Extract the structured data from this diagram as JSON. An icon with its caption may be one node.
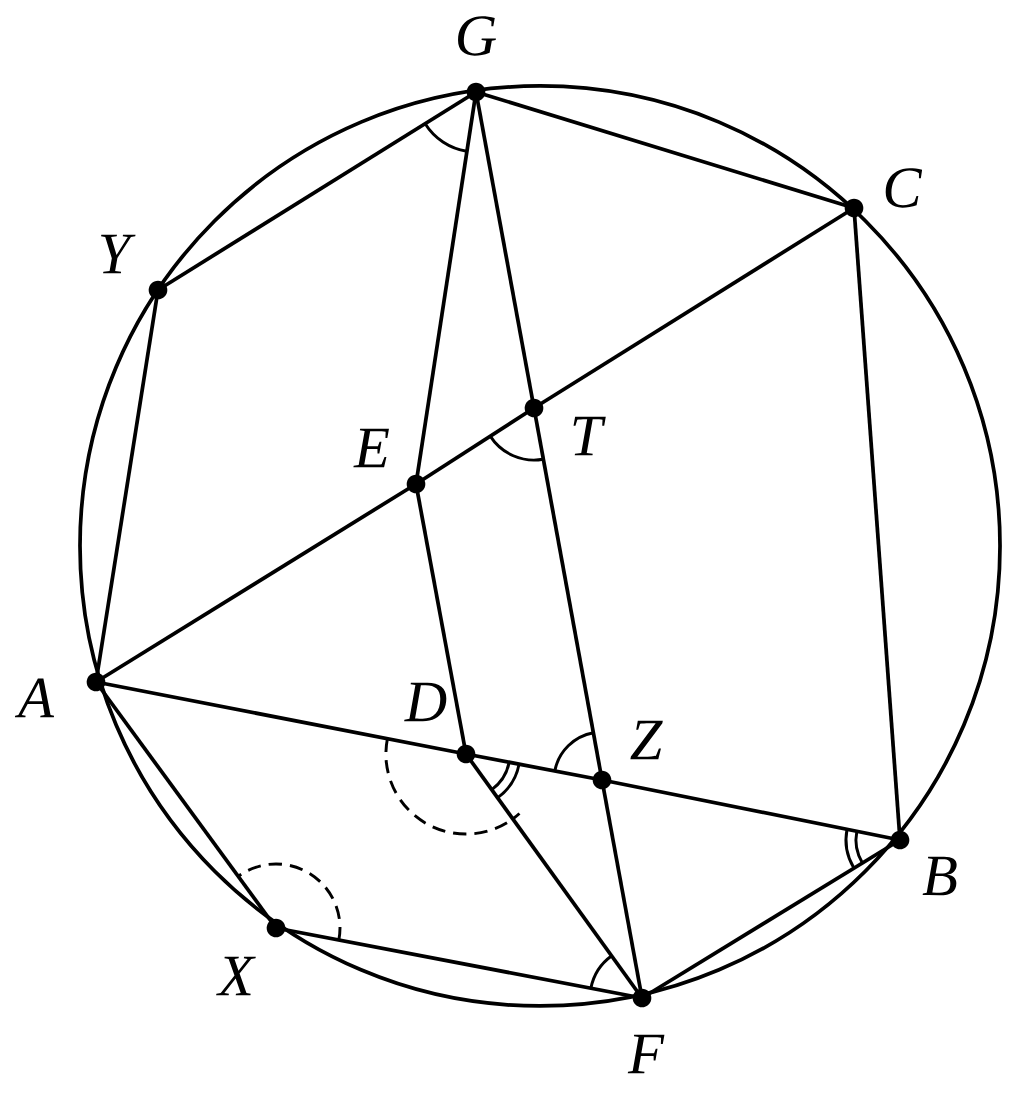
{
  "diagram": {
    "nodes": [
      {
        "text": [
          "G"
        ]
      },
      {
        "text": [
          "C"
        ]
      },
      {
        "text": [
          "Y"
        ]
      },
      {
        "text": [
          "T"
        ]
      },
      {
        "text": [
          "E"
        ]
      },
      {
        "text": [
          "A"
        ]
      },
      {
        "text": [
          "D"
        ]
      },
      {
        "text": [
          "Z"
        ]
      },
      {
        "text": [
          "B"
        ]
      },
      {
        "text": [
          "X"
        ]
      },
      {
        "text": [
          "F"
        ]
      }
    ],
    "edges": [
      {
        "from": 0,
        "to": 3,
        "arrow": "none"
      },
      {
        "from": 3,
        "to": 7,
        "arrow": "none"
      },
      {
        "from": 7,
        "to": 10,
        "arrow": "none"
      },
      {
        "from": 1,
        "to": 3,
        "arrow": "none"
      },
      {
        "from": 3,
        "to": 4,
        "arrow": "none"
      },
      {
        "from": 4,
        "to": 5,
        "arrow": "none"
      },
      {
        "from": 5,
        "to": 6,
        "arrow": "none"
      },
      {
        "from": 6,
        "to": 7,
        "arrow": "none"
      },
      {
        "from": 7,
        "to": 8,
        "arrow": "none"
      },
      {
        "from": 0,
        "to": 4,
        "arrow": "none"
      },
      {
        "from": 4,
        "to": 6,
        "arrow": "none"
      },
      {
        "from": 6,
        "to": 10,
        "arrow": "none"
      },
      {
        "from": 0,
        "to": 1,
        "arrow": "none"
      },
      {
        "from": 0,
        "to": 2,
        "arrow": "none"
      },
      {
        "from": 2,
        "to": 5,
        "arrow": "none"
      },
      {
        "from": 5,
        "to": 9,
        "arrow": "none"
      },
      {
        "from": 9,
        "to": 10,
        "arrow": "none"
      },
      {
        "from": 10,
        "to": 8,
        "arrow": "none"
      },
      {
        "from": 1,
        "to": 8,
        "arrow": "none"
      }
    ]
  }
}
